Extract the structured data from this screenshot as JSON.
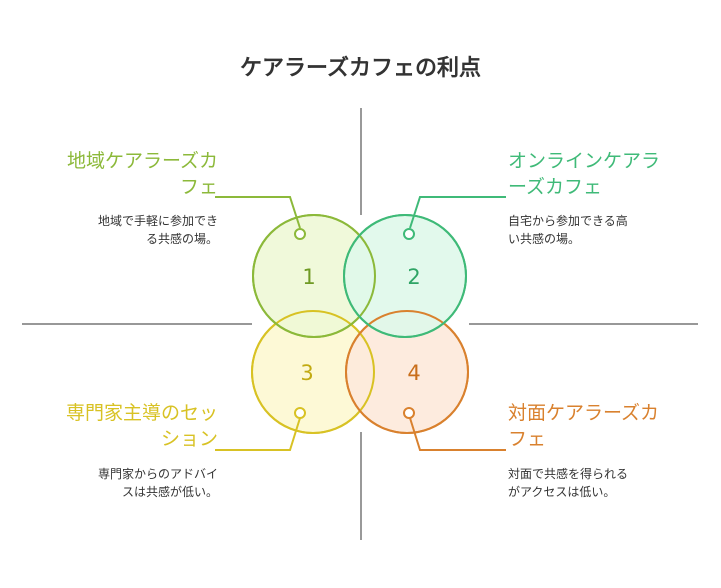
{
  "title": "ケアラーズカフェの利点",
  "quadrants": [
    {
      "number": "1",
      "heading_line1": "地域ケアラーズカ",
      "heading_line2": "フェ",
      "desc_line1": "地域で手軽に参加でき",
      "desc_line2": "る共感の場。",
      "color": "#8cb93a",
      "fill": "#eef8d6"
    },
    {
      "number": "2",
      "heading_line1": "オンラインケアラ",
      "heading_line2": "ーズカフェ",
      "desc_line1": "自宅から参加できる高",
      "desc_line2": "い共感の場。",
      "color": "#3fba78",
      "fill": "#dff8ea"
    },
    {
      "number": "3",
      "heading_line1": "専門家主導のセッ",
      "heading_line2": "ション",
      "desc_line1": "専門家からのアドバイ",
      "desc_line2": "スは共感が低い。",
      "color": "#d8c224",
      "fill": "#fdf8d2"
    },
    {
      "number": "4",
      "heading_line1": "対面ケアラーズカ",
      "heading_line2": "フェ",
      "desc_line1": "対面で共感を得られる",
      "desc_line2": "がアクセスは低い。",
      "color": "#d9812e",
      "fill": "#fde9db"
    }
  ]
}
